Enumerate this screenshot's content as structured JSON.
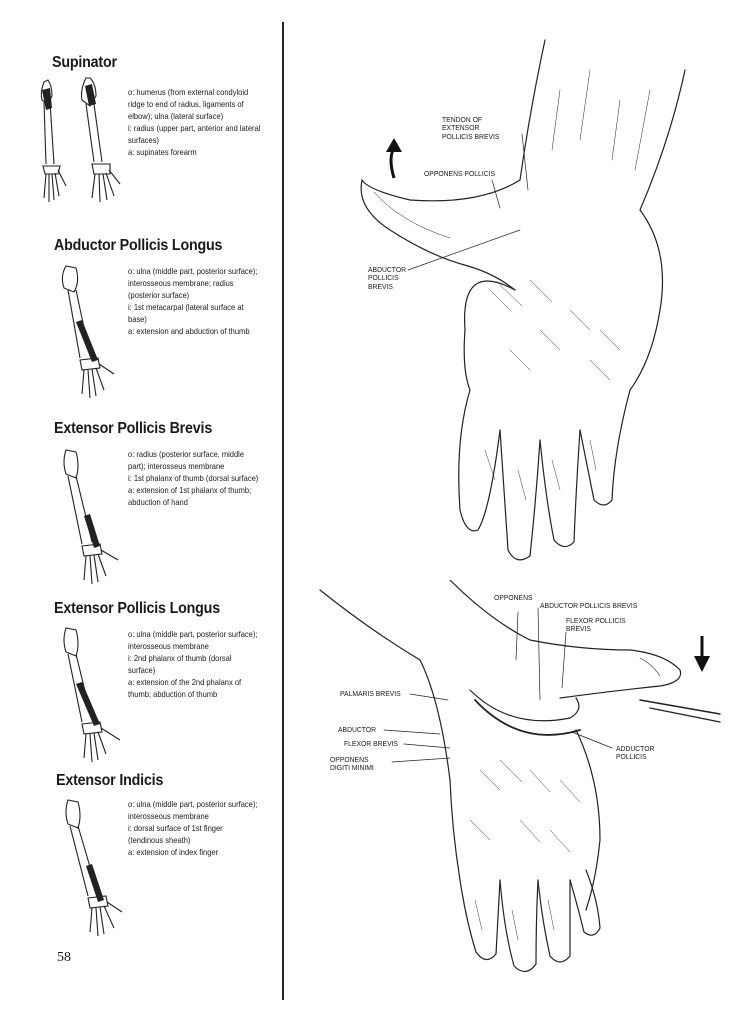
{
  "page_number": "58",
  "muscles": [
    {
      "name": "Supinator",
      "lines": [
        "o:  humerus (from external condyloid",
        "ridge to end of radius, ligaments of",
        "elbow); ulna (lateral surface)",
        "i:  radius (upper part, anterior and lateral",
        "surfaces)",
        "a:  supinates forearm"
      ]
    },
    {
      "name": "Abductor Pollicis Longus",
      "lines": [
        "o:  ulna (middle part, posterior surface);",
        "interosseous membrane; radius",
        "(posterior surface)",
        "i:  1st metacarpal (lateral surface at",
        "base)",
        "a:  extension and abduction of thumb"
      ]
    },
    {
      "name": "Extensor Pollicis Brevis",
      "lines": [
        "o:  radius (posterior surface, middle",
        "part); interosseus membrane",
        "i:  1st phalanx of thumb (dorsal surface)",
        "a:  extension of 1st phalanx of thumb;",
        "abduction of hand"
      ]
    },
    {
      "name": "Extensor Pollicis Longus",
      "lines": [
        "o:  ulna (middle part, posterior surface);",
        "interosseous membrane",
        "i:  2nd phalanx of thumb (dorsal",
        "surface)",
        "a:  extension of the 2nd phalanx of",
        "thumb; abduction of thumb"
      ]
    },
    {
      "name": "Extensor Indicis",
      "lines": [
        "o:  ulna (middle part, posterior surface);",
        "interosseous membrane",
        "i:  dorsal surface of 1st finger",
        "(tendinous sheath)",
        "a:  extension of index finger"
      ]
    }
  ],
  "upper_hand_labels": {
    "tendon": [
      "TENDON OF",
      "EXTENSOR",
      "POLLICIS BREVIS"
    ],
    "opponens_pollicis": [
      "OPPONENS POLLICIS"
    ],
    "abductor_pollicis_brevis": [
      "ABDUCTOR",
      "POLLICIS",
      "BREVIS"
    ]
  },
  "lower_hand_labels": {
    "opponens": [
      "OPPONENS"
    ],
    "abductor_pollicis_brevis": [
      "ABDUCTOR POLLICIS BREVIS"
    ],
    "flexor_pollicis_brevis": [
      "FLEXOR POLLICIS",
      "BREVIS"
    ],
    "palmaris_brevis": [
      "PALMARIS BREVIS"
    ],
    "abductor": [
      "ABDUCTOR"
    ],
    "flexor_brevis": [
      "FLEXOR BREVIS"
    ],
    "opponens_digiti_minimi": [
      "OPPONENS",
      "DIGITI MINIMI"
    ],
    "adductor_pollicis": [
      "ADDUCTOR",
      "POLLICIS"
    ]
  }
}
